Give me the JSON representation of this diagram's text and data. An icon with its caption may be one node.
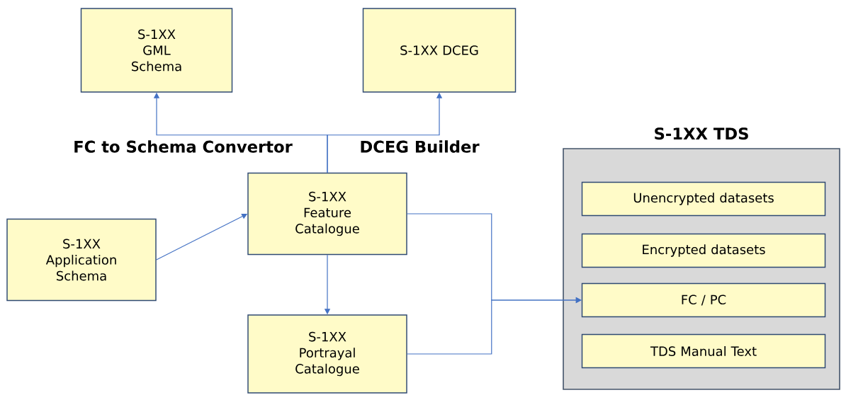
{
  "diagram": {
    "nodes": [
      {
        "text": [
          "S-1XX GML Schema"
        ]
      },
      {
        "text": [
          "S-1XX DCEG"
        ]
      },
      {
        "text": [
          "S-1XX Feature Catalogue"
        ]
      },
      {
        "text": [
          "S-1XX Application Schema"
        ]
      },
      {
        "text": [
          "S-1XX Portrayal Catalogue"
        ]
      },
      {
        "text": [
          "S-1XX TDS"
        ]
      },
      {
        "text": [
          "Unencrypted datasets"
        ],
        "in": 5
      },
      {
        "text": [
          "Encrypted datasets"
        ],
        "in": 5
      },
      {
        "text": [
          "FC / PC"
        ],
        "in": 5
      },
      {
        "text": [
          "TDS Manual Text"
        ],
        "in": 5
      }
    ],
    "edges": [
      {
        "from": 2,
        "to": 0,
        "arrow": "to",
        "label": "FC to Schema Convertor"
      },
      {
        "from": 2,
        "to": 1,
        "arrow": "to",
        "label": "DCEG Builder"
      },
      {
        "from": 3,
        "to": 2,
        "arrow": "to"
      },
      {
        "from": 2,
        "to": 4,
        "arrow": "to"
      },
      {
        "from": 2,
        "to": 8,
        "arrow": "to"
      },
      {
        "from": 4,
        "to": 8,
        "arrow": "to"
      }
    ]
  }
}
